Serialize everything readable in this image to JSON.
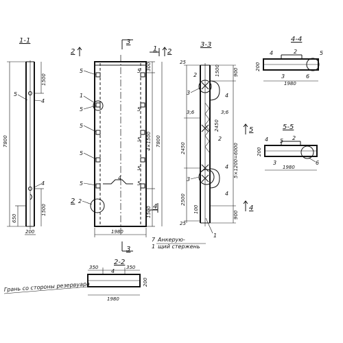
{
  "sections": {
    "s11": "1-1",
    "s22": "2-2",
    "s33": "3-3",
    "s44": "4-4",
    "s55": "5-5"
  },
  "cuts": {
    "c1": "1",
    "c2": "2",
    "c3": "3",
    "c4": "4"
  },
  "view11": {
    "h7800": "7800",
    "d1500top": "1500",
    "d1500bot": "1500",
    "d650": "650",
    "d200": "200",
    "lbl5": "5",
    "lbl4a": "4",
    "lbl4b": "4"
  },
  "view_main": {
    "d300": "300",
    "d4x1500": "4×1500",
    "h7800": "7800",
    "d1500": "1500",
    "w1980": "1980",
    "lbl5": "5",
    "lbl1": "1",
    "lbl2": "2",
    "lbl4": "4",
    "note_num": "7",
    "note_line1": "Анкерую-",
    "note_line2": "щий стержень",
    "note_lbl1": "1"
  },
  "view33": {
    "d25top": "25",
    "d1500": "1500",
    "d900top": "900",
    "d36a": "3;6",
    "d36b": "3;6",
    "d2450a": "2450",
    "d2450b": "2450",
    "d2500": "2500",
    "d5x1200": "5×1200=6000",
    "d900bot": "900",
    "d100": "100",
    "d25bot": "25",
    "lbl2": "2",
    "lbl3": "3",
    "lbl4": "4",
    "lbl1": "1"
  },
  "view44": {
    "lbl4": "4",
    "lbl2": "2",
    "lbl5": "5",
    "d200": "200",
    "lbl3": "3",
    "lbl6": "6",
    "w1980": "1980"
  },
  "view55": {
    "lbl4": "4",
    "lbl2": "2",
    "lbl5": "5",
    "d200": "200",
    "lbl3": "3",
    "lbl6": "6",
    "w1980": "1980"
  },
  "view22": {
    "d350a": "350",
    "d350b": "350",
    "lbl4": "4",
    "d200": "200",
    "w1980": "1980",
    "face_label": "Грань со стороны резервуара"
  }
}
